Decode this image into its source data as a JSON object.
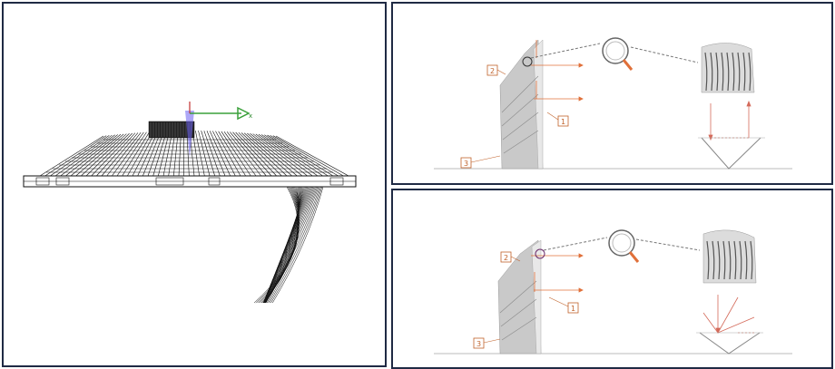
{
  "left_panel": {
    "axis_label": "x"
  },
  "top_right_panel": {
    "callouts": {
      "a": "2",
      "b": "1",
      "c": "3"
    }
  },
  "bottom_right_panel": {
    "callouts": {
      "a": "2",
      "b": "1",
      "c": "3"
    }
  },
  "colors": {
    "frame": "#1f2a44",
    "wireframe": "#111111",
    "arrow_orange": "#e0703a",
    "axis_green": "#3aa03a",
    "axis_blue": "#4a3fd0",
    "beam_red": "#d46a5a"
  }
}
